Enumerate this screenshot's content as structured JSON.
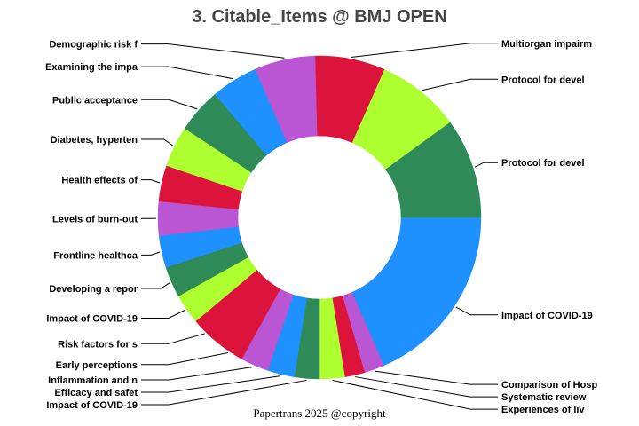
{
  "chart_data": {
    "type": "pie",
    "title": "3. Citable_Items @ BMJ OPEN",
    "footer": "Papertrans 2025 @copyright",
    "donut": true,
    "slices": [
      {
        "label": "Impact of COVID-19",
        "value": 18.5,
        "color": "#1e90ff"
      },
      {
        "label": "Comparison of Hosp",
        "value": 2.0,
        "color": "#ba55d3"
      },
      {
        "label": "Systematic review",
        "value": 2.0,
        "color": "#dc143c"
      },
      {
        "label": "Experiences of liv",
        "value": 2.5,
        "color": "#adff2f"
      },
      {
        "label": "Impact of COVID-19",
        "value": 2.5,
        "color": "#2e8b57"
      },
      {
        "label": "Efficacy and safet",
        "value": 2.7,
        "color": "#1e90ff"
      },
      {
        "label": "Inflammation and n",
        "value": 2.8,
        "color": "#ba55d3"
      },
      {
        "label": "Early perceptions",
        "value": 2.9,
        "color": "#dc143c"
      },
      {
        "label": "Risk factors for s",
        "value": 3.0,
        "color": "#dc143c"
      },
      {
        "label": "Impact of COVID-19",
        "value": 3.0,
        "color": "#adff2f"
      },
      {
        "label": "Developing a repor",
        "value": 3.1,
        "color": "#2e8b57"
      },
      {
        "label": "Frontline healthca",
        "value": 3.2,
        "color": "#1e90ff"
      },
      {
        "label": "Levels of burn-out",
        "value": 3.4,
        "color": "#ba55d3"
      },
      {
        "label": "Health effects of",
        "value": 3.6,
        "color": "#dc143c"
      },
      {
        "label": "Diabetes, hyperten",
        "value": 4.1,
        "color": "#adff2f"
      },
      {
        "label": "Public acceptance",
        "value": 4.5,
        "color": "#2e8b57"
      },
      {
        "label": "Examining the impa",
        "value": 4.7,
        "color": "#1e90ff"
      },
      {
        "label": "Demographic risk f",
        "value": 6.1,
        "color": "#ba55d3"
      },
      {
        "label": "Multiorgan impairm",
        "value": 7.0,
        "color": "#dc143c"
      },
      {
        "label": "Protocol for devel",
        "value": 8.4,
        "color": "#adff2f"
      },
      {
        "label": "Protocol for devel",
        "value": 10.0,
        "color": "#2e8b57"
      }
    ]
  }
}
